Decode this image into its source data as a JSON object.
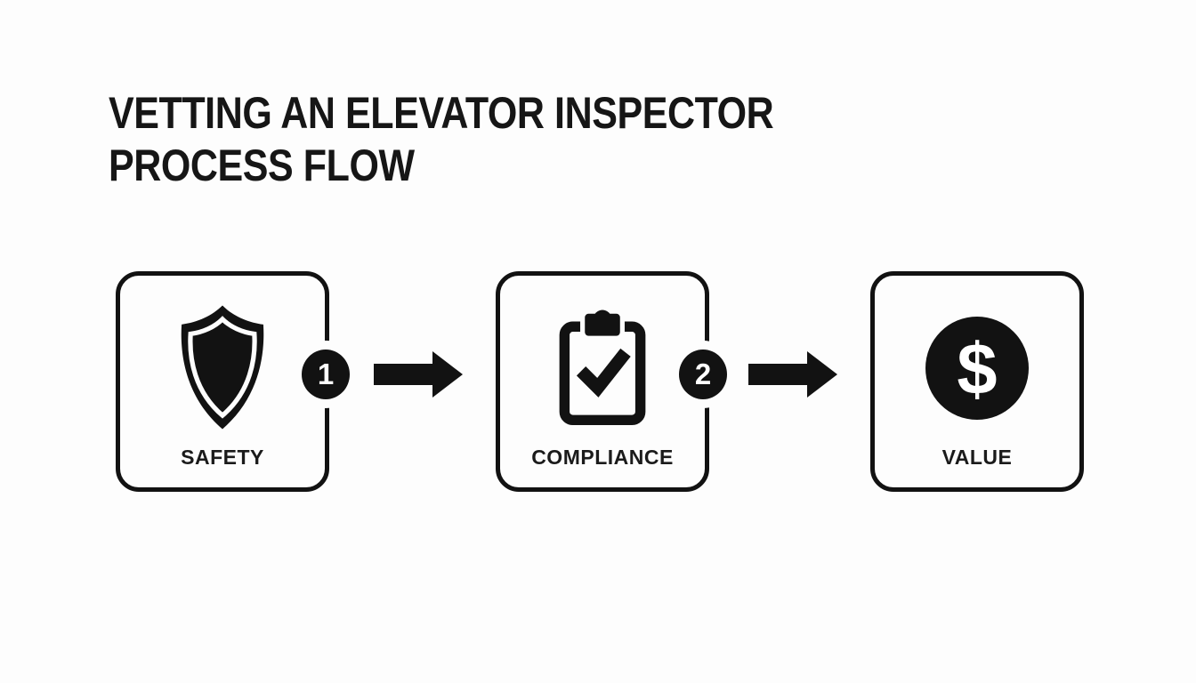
{
  "title": {
    "line1": "VETTING AN ELEVATOR INSPECTOR",
    "line2": "PROCESS FLOW"
  },
  "steps": [
    {
      "label": "SAFETY",
      "icon": "shield-icon"
    },
    {
      "label": "COMPLIANCE",
      "icon": "clipboard-check-icon"
    },
    {
      "label": "VALUE",
      "icon": "dollar-circle-icon"
    }
  ],
  "connectors": [
    {
      "number": "1"
    },
    {
      "number": "2"
    }
  ],
  "icons": {
    "dollar_symbol": "$"
  },
  "colors": {
    "foreground": "#121212",
    "background": "#fdfdfd",
    "badge_text": "#ffffff"
  }
}
